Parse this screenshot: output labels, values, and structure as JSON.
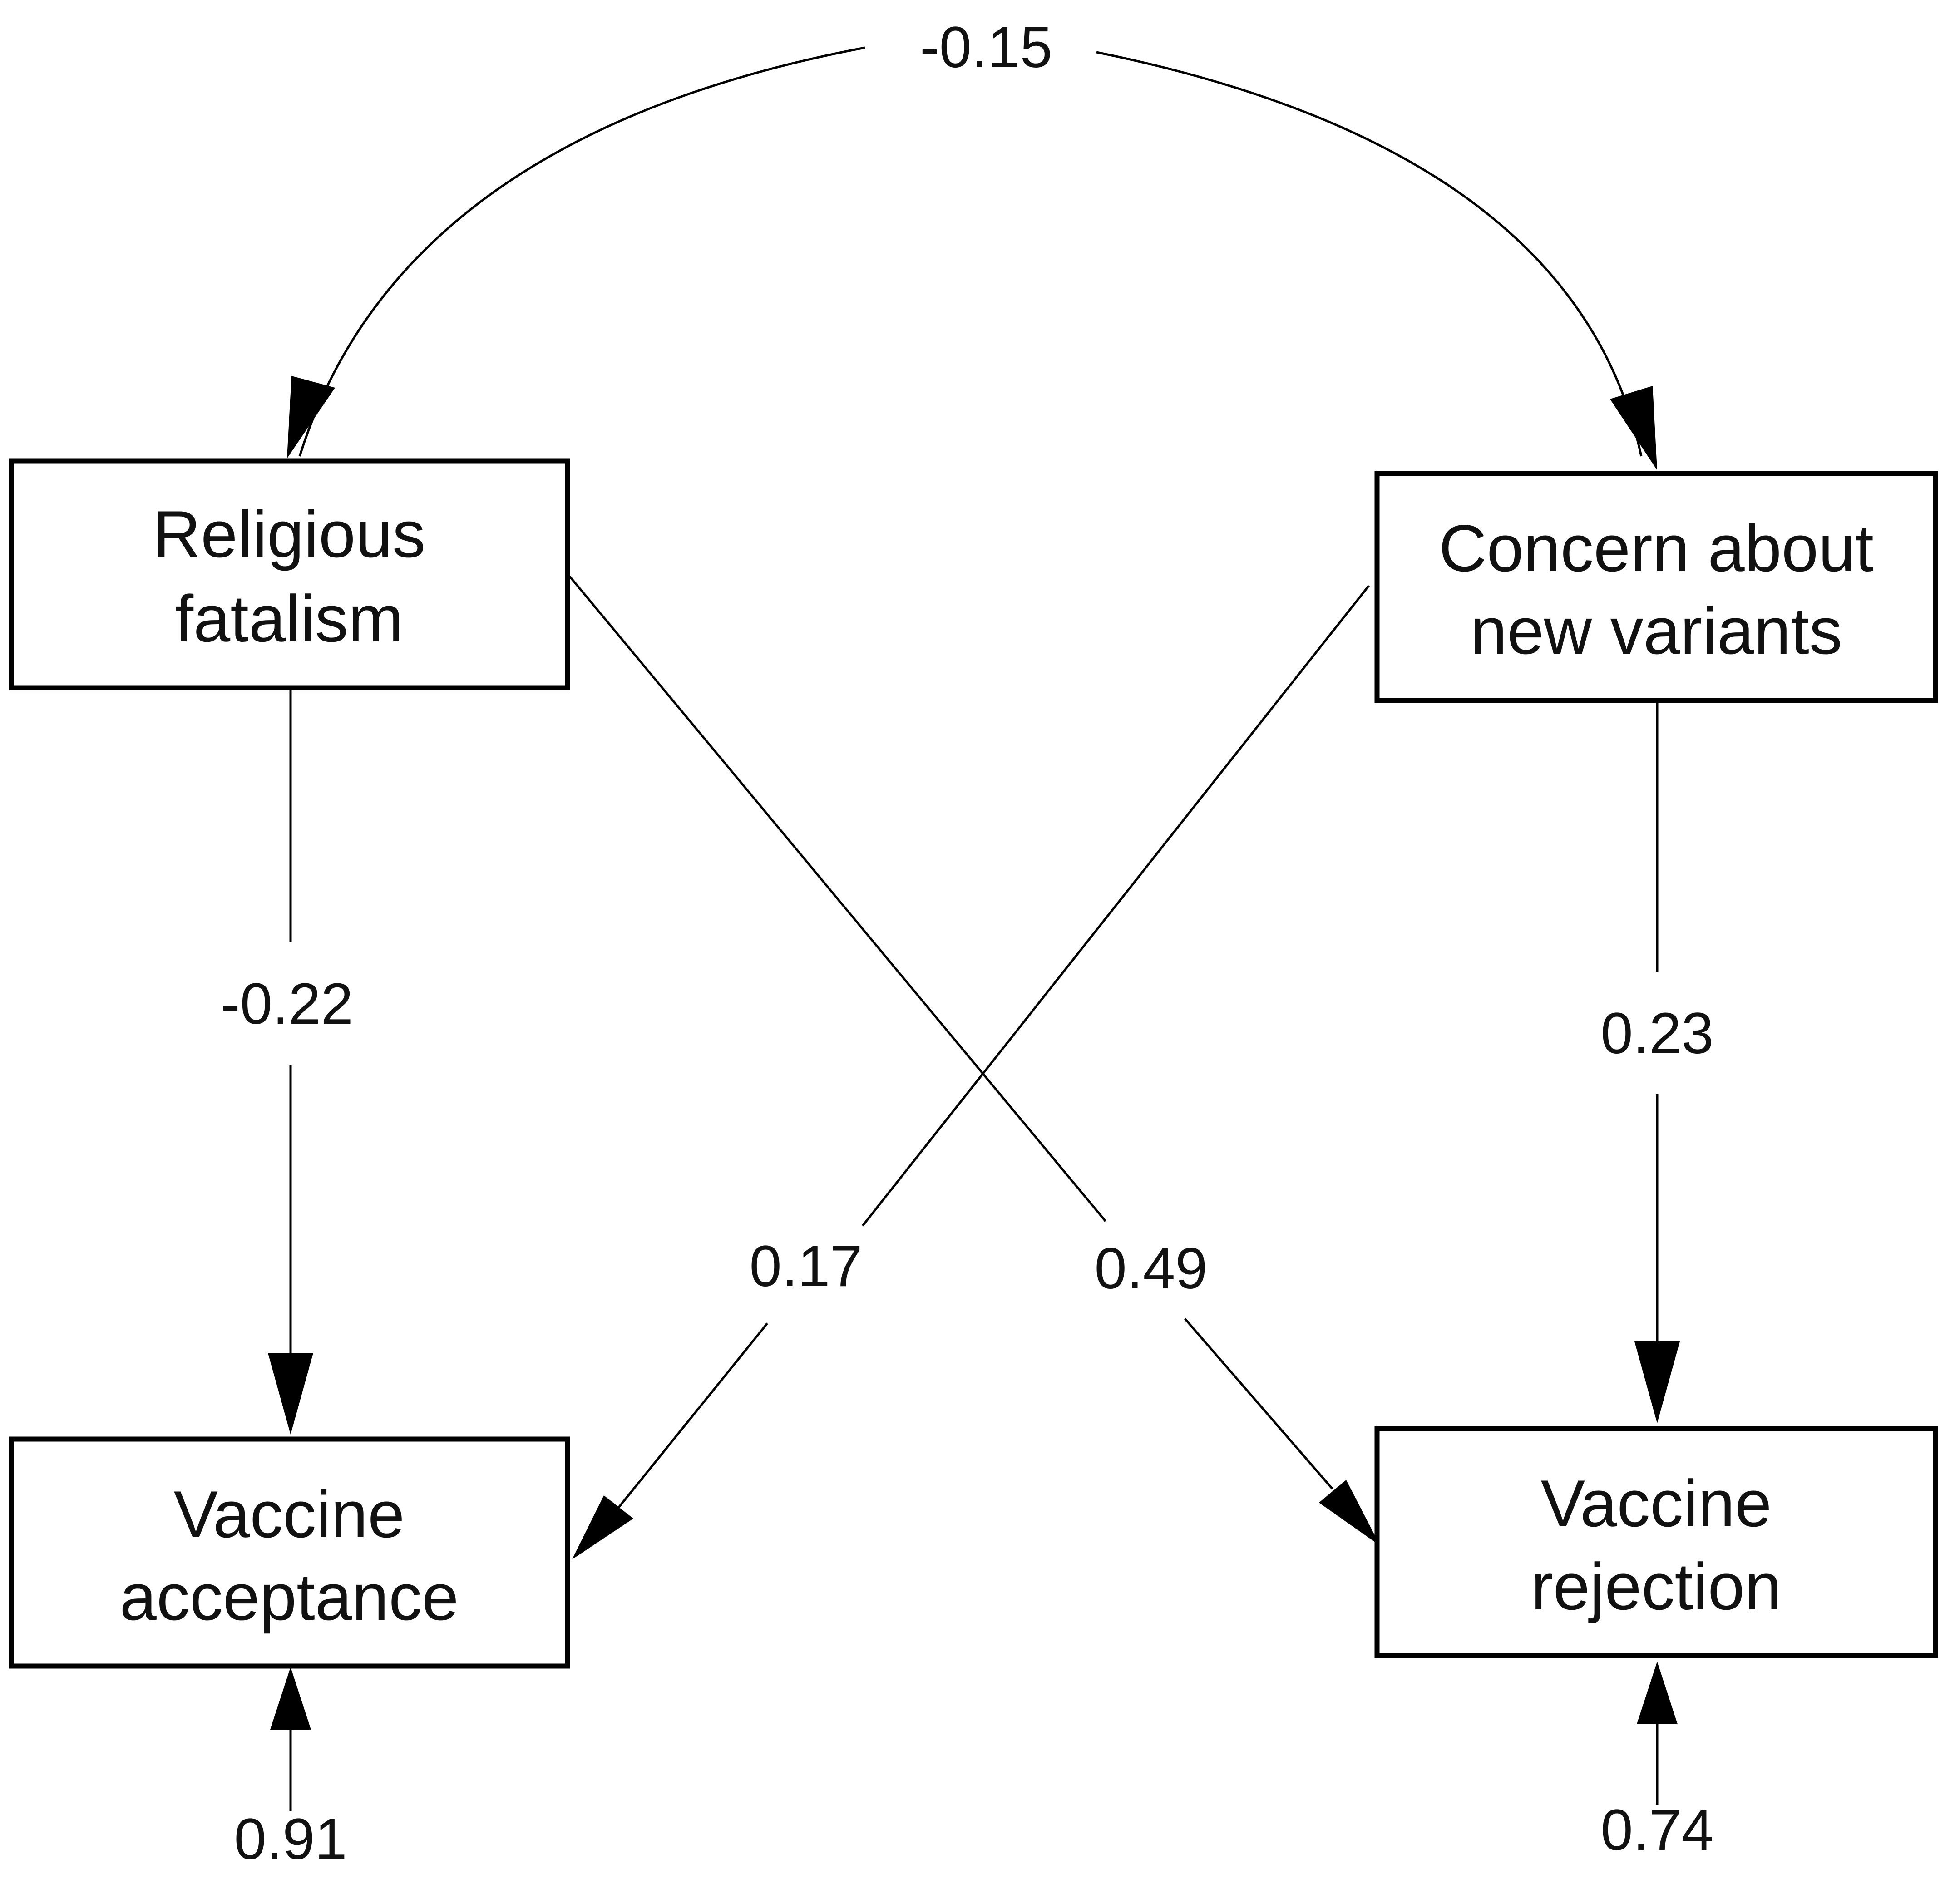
{
  "nodes": {
    "religious_fatalism": {
      "line1": "Religious",
      "line2": "fatalism"
    },
    "concern_new_variants": {
      "line1": "Concern about",
      "line2": "new variants"
    },
    "vaccine_acceptance": {
      "line1": "Vaccine",
      "line2": "acceptance"
    },
    "vaccine_rejection": {
      "line1": "Vaccine",
      "line2": "rejection"
    }
  },
  "coefficients": {
    "covariance_fatalism_concern": "-0.15",
    "fatalism_to_acceptance": "-0.22",
    "concern_to_rejection": "0.23",
    "concern_to_acceptance": "0.17",
    "fatalism_to_rejection": "0.49",
    "residual_acceptance": "0.91",
    "residual_rejection": "0.74"
  }
}
